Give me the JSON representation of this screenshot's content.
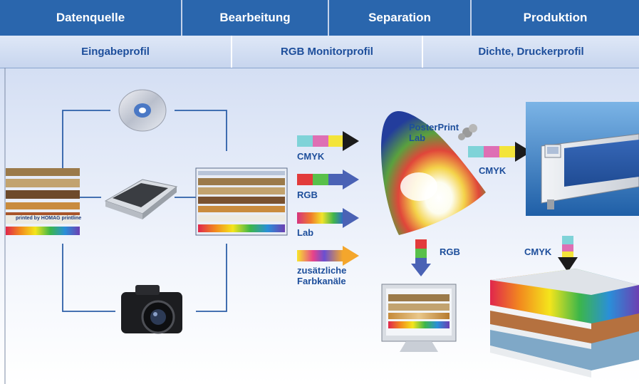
{
  "header": {
    "stages": [
      "Datenquelle",
      "Bearbeitung",
      "Separation",
      "Produktion"
    ]
  },
  "subheader": {
    "profiles": [
      "Eingabeprofil",
      "RGB Monitorprofil",
      "Dichte, Druckerprofil"
    ]
  },
  "diagram": {
    "input_labels": {
      "cmyk": "CMYK",
      "rgb": "RGB",
      "lab": "Lab",
      "extra": "zusätzliche Farbkanäle"
    },
    "gamut_label": "PosterPrint Lab",
    "printer_label": "CMYK",
    "monitor_label": "RGB",
    "output_label": "CMYK",
    "strip_text": "printed by HOMAG printline"
  },
  "colors": {
    "header_blue": "#2a66ad",
    "label_blue": "#1d4e9b",
    "line_blue": "#2d5fa8",
    "arrow_dark": "#1b1b1b",
    "arrow_blue": "#4a62b5"
  }
}
